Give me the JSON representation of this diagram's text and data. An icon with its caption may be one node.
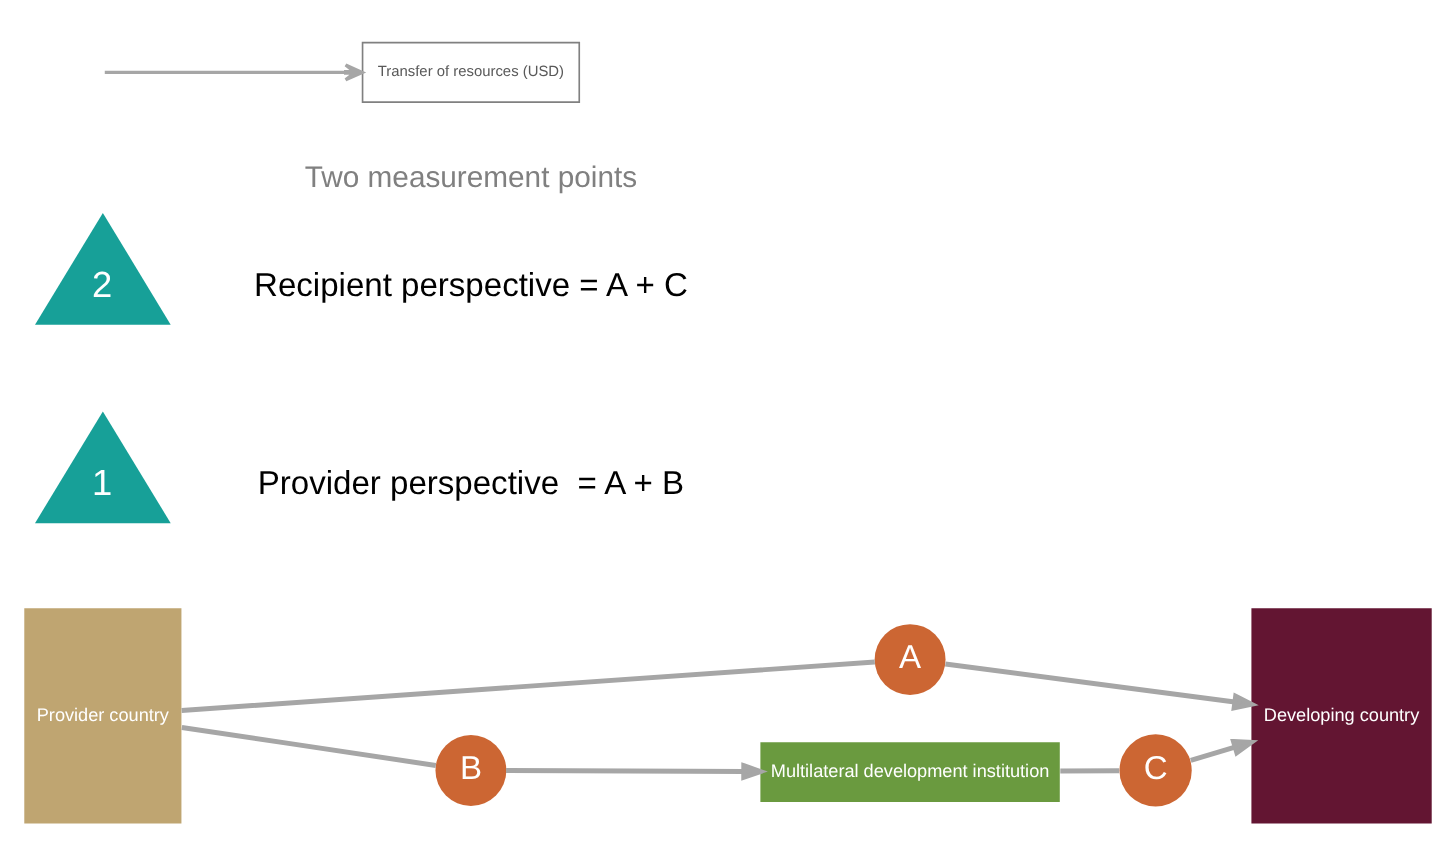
{
  "diagram": {
    "nodes": [
      {
        "text": [
          "Provider country"
        ]
      },
      {
        "text": [
          "A"
        ]
      },
      {
        "text": [
          "Developing country"
        ]
      },
      {
        "text": [
          "B"
        ]
      },
      {
        "text": [
          "Multilateral development institution"
        ]
      },
      {
        "text": [
          "C"
        ]
      },
      {
        "text": [
          "1"
        ],
        "beside": [
          "Provider perspective  = A + B"
        ]
      },
      {
        "text": [
          "2"
        ],
        "beside": [
          "Recipient perspective = A + C"
        ]
      }
    ],
    "edges": [
      {
        "from": 0,
        "to": 1,
        "arrow": "none"
      },
      {
        "from": 1,
        "to": 2,
        "arrow": "to"
      },
      {
        "from": 0,
        "to": 3,
        "arrow": "none"
      },
      {
        "from": 3,
        "to": 4,
        "arrow": "to"
      },
      {
        "from": 4,
        "to": 5,
        "arrow": "none"
      },
      {
        "from": 5,
        "to": 2,
        "arrow": "to"
      }
    ],
    "labels": [
      "Two measurement points"
    ],
    "legend": [
      {
        "text": "Transfer of resources (USD)"
      }
    ]
  }
}
